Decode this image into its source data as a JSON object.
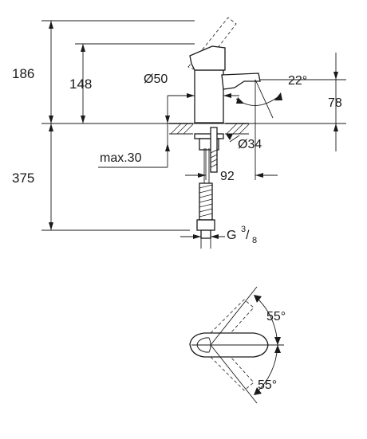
{
  "dimensions": {
    "total_height_above": "186",
    "spout_height": "148",
    "body_diameter": "Ø50",
    "spout_angle": "22°",
    "spout_clearance": "78",
    "hole_diameter": "Ø34",
    "max_deck_thickness": "max.30",
    "projection": "92",
    "hose_length": "375",
    "thread": {
      "letter": "G",
      "num": "3",
      "slash": "/",
      "den": "8"
    }
  },
  "top_view": {
    "angle_back": "55°",
    "angle_forward": "55°"
  }
}
